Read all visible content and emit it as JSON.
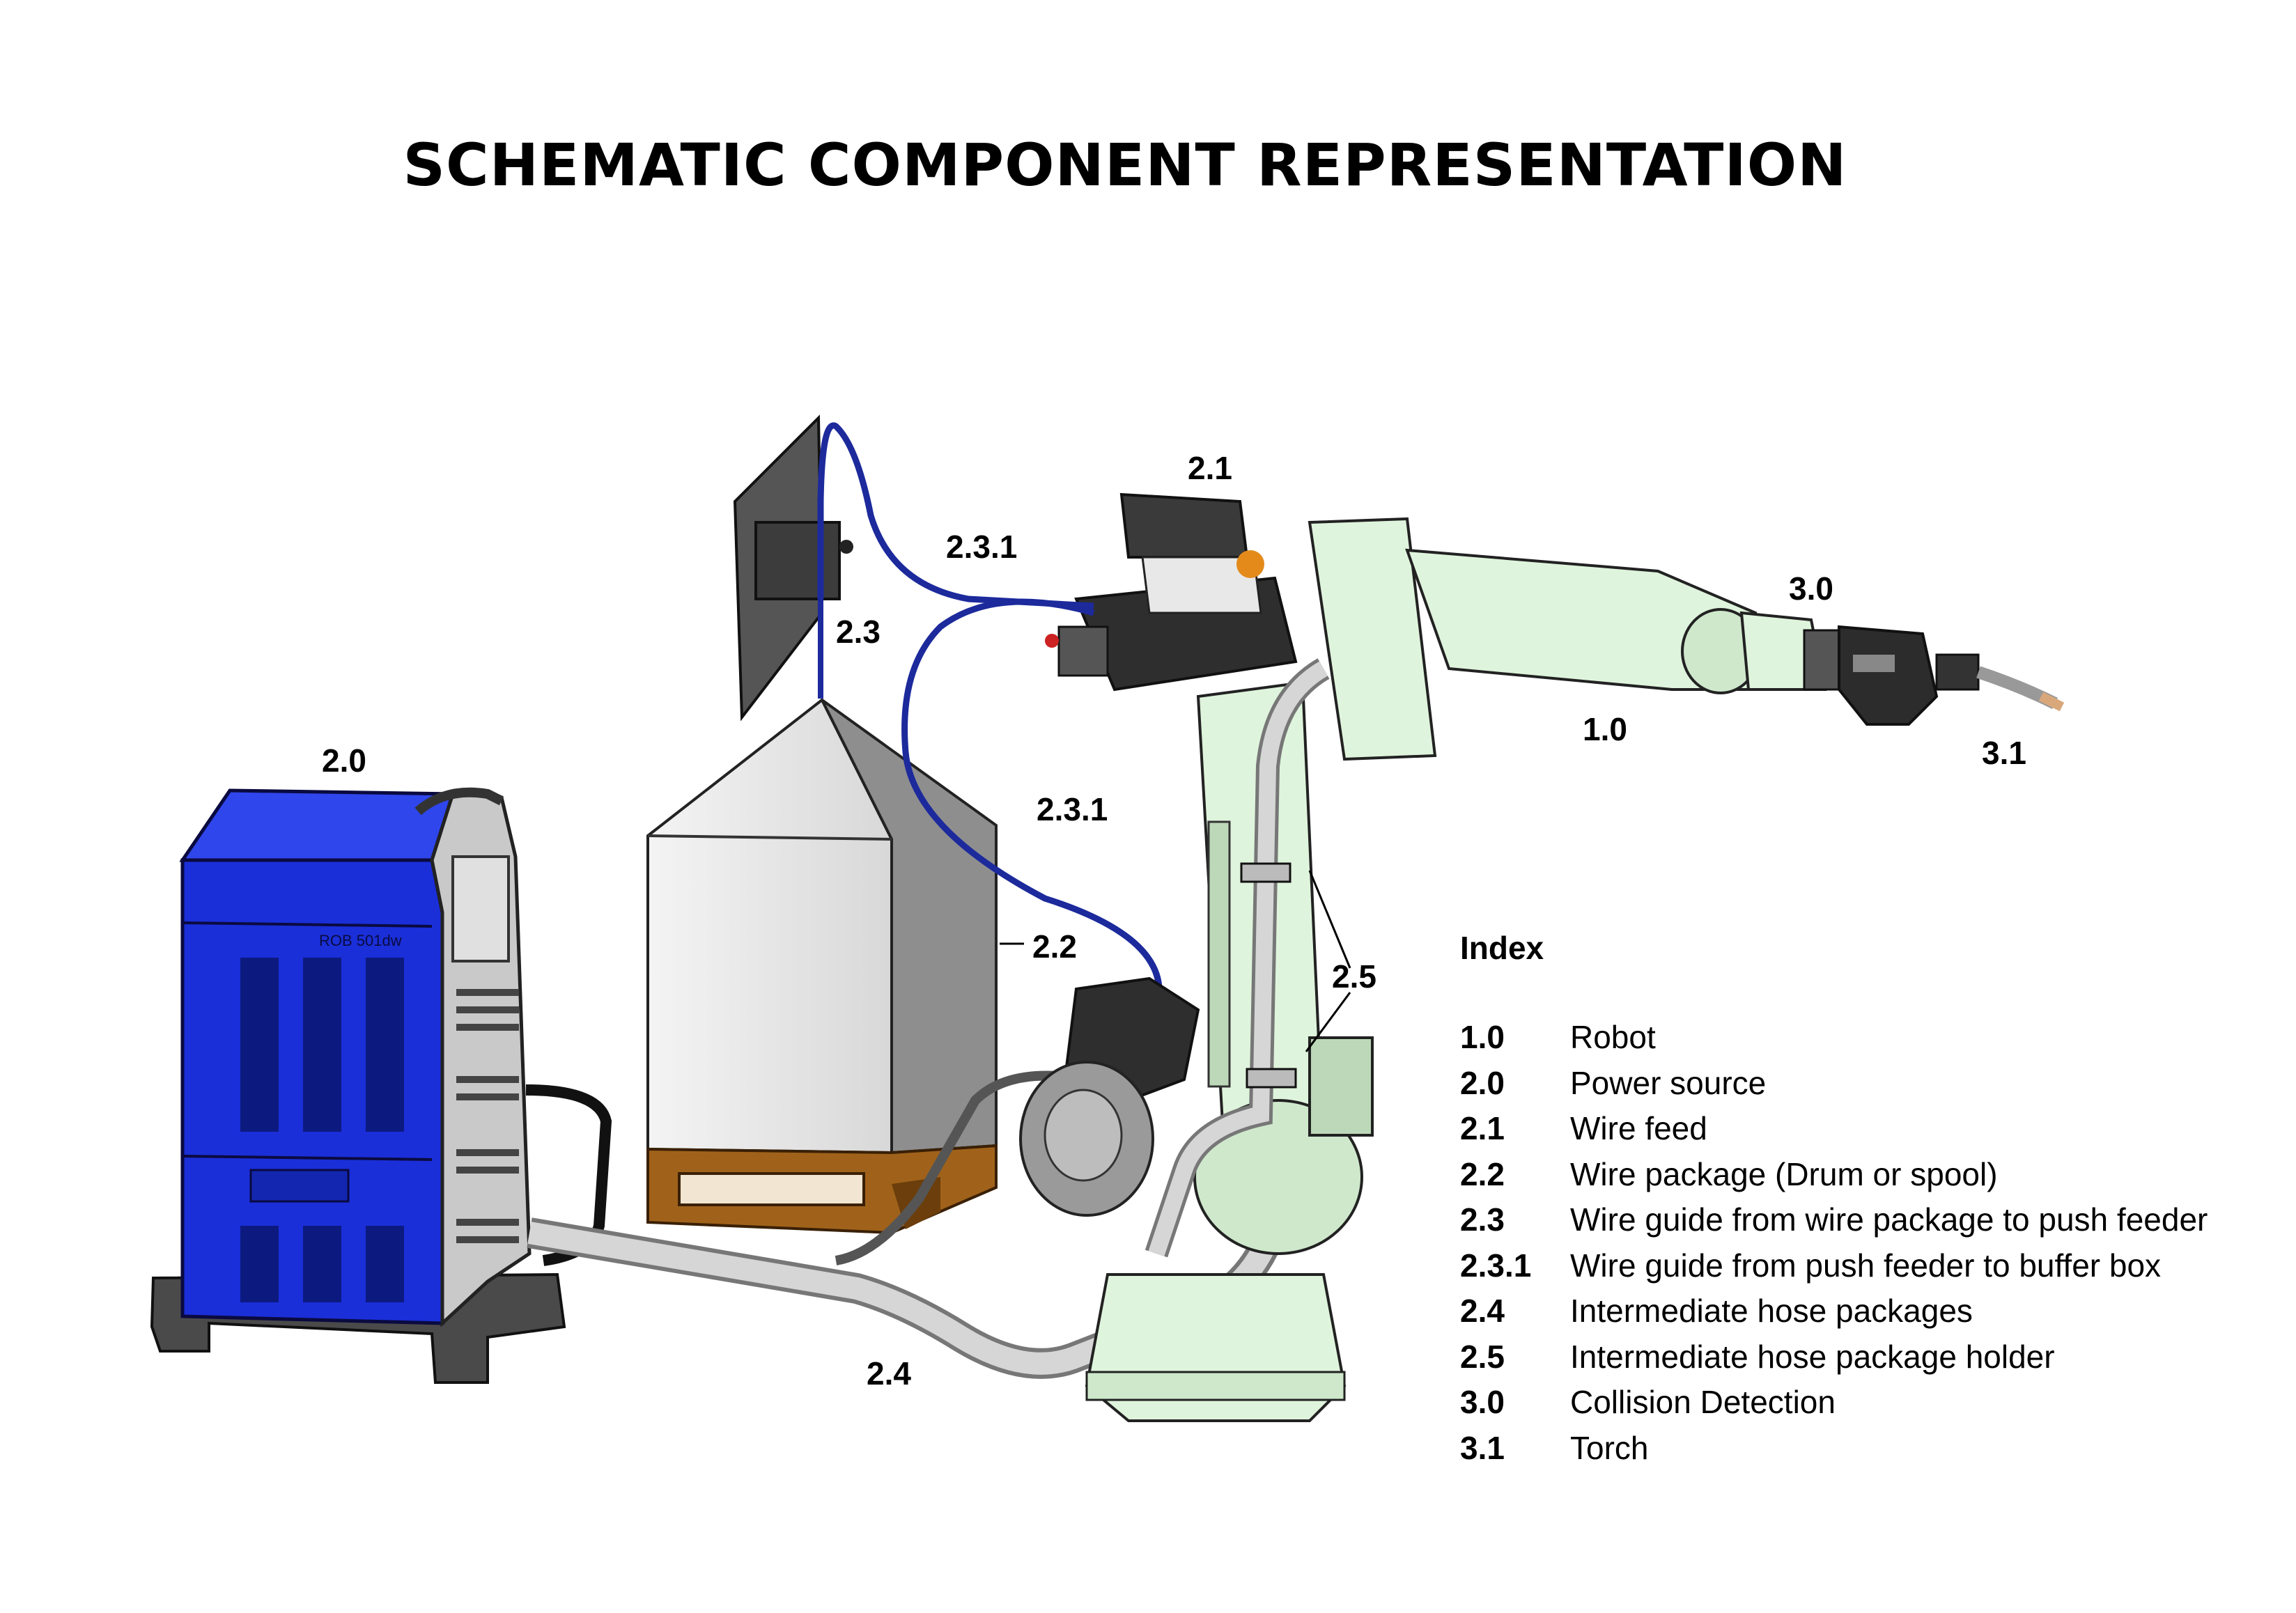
{
  "title": "SCHEMATIC COMPONENT REPRESENTATION",
  "callouts": {
    "c_2_1": "2.1",
    "c_2_3_1_top": "2.3.1",
    "c_2_3": "2.3",
    "c_3_0": "3.0",
    "c_1_0": "1.0",
    "c_3_1": "3.1",
    "c_2_0": "2.0",
    "c_2_3_1_mid": "2.3.1",
    "c_2_2": "2.2",
    "c_2_5": "2.5",
    "c_2_4": "2.4"
  },
  "power_source_label": "ROB 501dw",
  "index": {
    "heading": "Index",
    "items": [
      {
        "num": "1.0",
        "desc": "Robot"
      },
      {
        "num": "2.0",
        "desc": "Power source"
      },
      {
        "num": "2.1",
        "desc": "Wire feed"
      },
      {
        "num": "2.2",
        "desc": "Wire package (Drum or spool)"
      },
      {
        "num": "2.3",
        "desc": "Wire guide from wire package to push feeder"
      },
      {
        "num": "2.3.1",
        "desc": "Wire guide from push feeder to buffer box"
      },
      {
        "num": "2.4",
        "desc": "Intermediate hose packages"
      },
      {
        "num": "2.5",
        "desc": "Intermediate hose package holder"
      },
      {
        "num": "3.0",
        "desc": "Collision Detection"
      },
      {
        "num": "3.1",
        "desc": "Torch"
      }
    ]
  },
  "colors": {
    "power_source": "#1a2fd8",
    "wire_guide": "#1c2a9c",
    "robot": "#dff4dc",
    "pallet": "#a0621a",
    "feeder": "#3a3a3a",
    "hose": "#c8c8c8"
  }
}
